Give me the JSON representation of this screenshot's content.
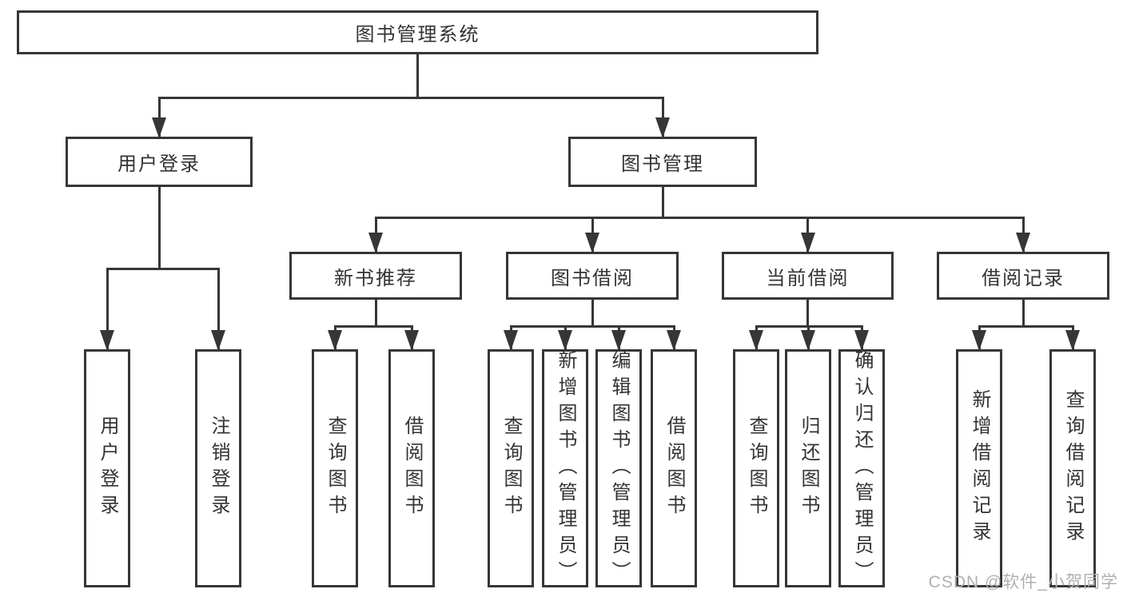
{
  "diagram": {
    "title": "图书管理系统",
    "nodes": [
      {
        "id": "root",
        "label": "图书管理系统"
      },
      {
        "id": "login",
        "label": "用户登录"
      },
      {
        "id": "mgmt",
        "label": "图书管理"
      },
      {
        "id": "rec",
        "label": "新书推荐"
      },
      {
        "id": "borrow",
        "label": "图书借阅"
      },
      {
        "id": "current",
        "label": "当前借阅"
      },
      {
        "id": "records",
        "label": "借阅记录"
      },
      {
        "id": "login-user",
        "label": "用户登录"
      },
      {
        "id": "login-logout",
        "label": "注销登录"
      },
      {
        "id": "rec-query",
        "label": "查询图书"
      },
      {
        "id": "rec-borrow",
        "label": "借阅图书"
      },
      {
        "id": "borrow-query",
        "label": "查询图书"
      },
      {
        "id": "borrow-add",
        "label": "新增图书（管理员）"
      },
      {
        "id": "borrow-edit",
        "label": "编辑图书（管理员）"
      },
      {
        "id": "borrow-borrow",
        "label": "借阅图书"
      },
      {
        "id": "current-query",
        "label": "查询图书"
      },
      {
        "id": "current-return",
        "label": "归还图书"
      },
      {
        "id": "current-confirm",
        "label": "确认归还（管理员）"
      },
      {
        "id": "records-add",
        "label": "新增借阅记录"
      },
      {
        "id": "records-query",
        "label": "查询借阅记录"
      }
    ],
    "edges": [
      {
        "from": "root",
        "to": [
          "login",
          "mgmt"
        ]
      },
      {
        "from": "login",
        "to": [
          "login-user",
          "login-logout"
        ]
      },
      {
        "from": "mgmt",
        "to": [
          "rec",
          "borrow",
          "current",
          "records"
        ]
      },
      {
        "from": "rec",
        "to": [
          "rec-query",
          "rec-borrow"
        ]
      },
      {
        "from": "borrow",
        "to": [
          "borrow-query",
          "borrow-add",
          "borrow-edit",
          "borrow-borrow"
        ]
      },
      {
        "from": "current",
        "to": [
          "current-query",
          "current-return",
          "current-confirm"
        ]
      },
      {
        "from": "records",
        "to": [
          "records-add",
          "records-query"
        ]
      }
    ]
  },
  "watermark": {
    "text": "CSDN @软件_小贺同学"
  },
  "colors": {
    "line": "#363636",
    "text": "#333333",
    "watermark": "#b0b0b0",
    "background": "#ffffff"
  }
}
